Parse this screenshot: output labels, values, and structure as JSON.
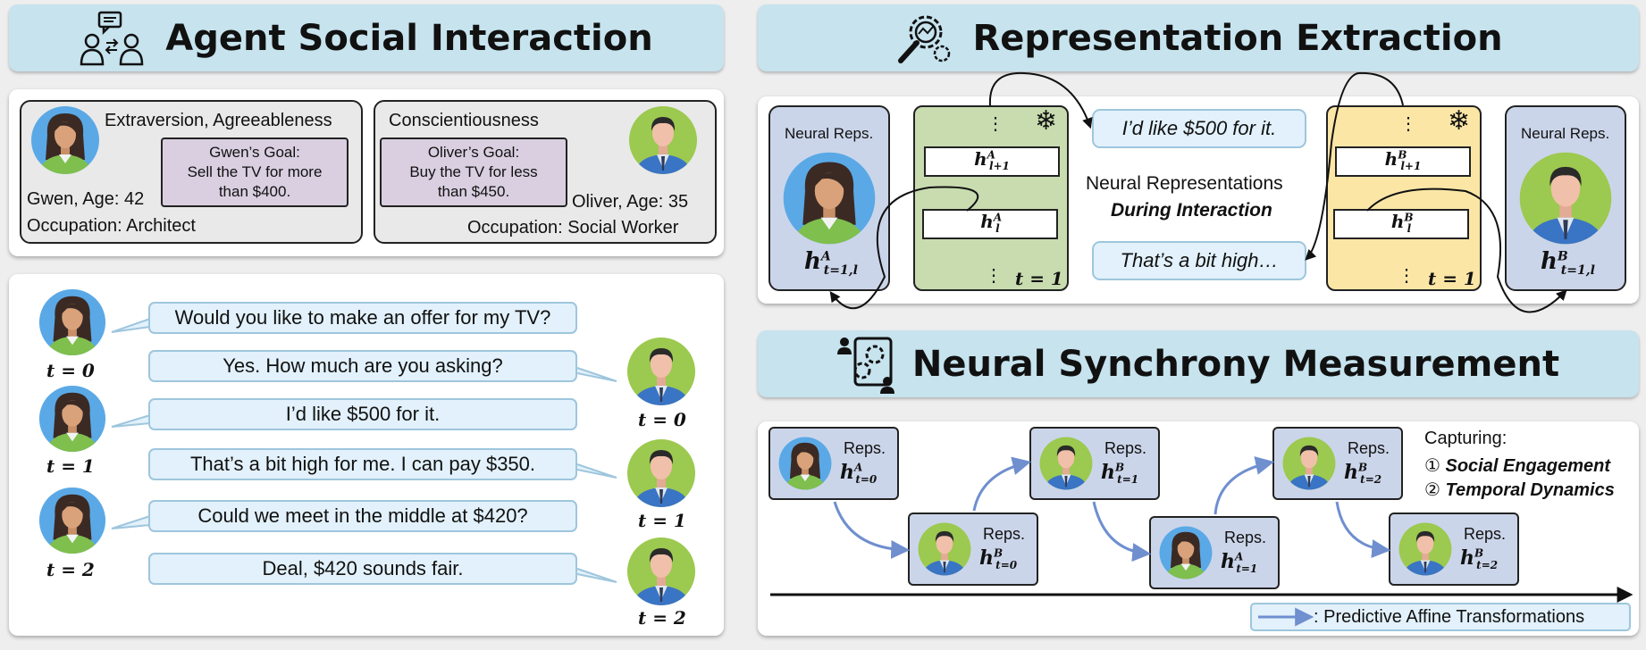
{
  "agent_social_interaction": {
    "title": "Agent Social Interaction",
    "gwen": {
      "traits": "Extraversion, Agreeableness",
      "goal_title": "Gwen’s Goal:",
      "goal_line1": "Sell the TV for more",
      "goal_line2": "than $400.",
      "name_age": "Gwen, Age: 42",
      "occupation": "Occupation: Architect"
    },
    "oliver": {
      "traits": "Conscientiousness",
      "goal_title": "Oliver’s Goal:",
      "goal_line1": "Buy the TV for less",
      "goal_line2": "than $450.",
      "name_age": "Oliver, Age: 35",
      "occupation": "Occupation: Social Worker"
    },
    "dialogue": [
      "Would you like to make an offer for my TV?",
      "Yes. How much are you asking?",
      "I’d like $500 for it.",
      "That’s a bit high for me. I can pay $350.",
      "Could we meet in the middle at $420?",
      "Deal, $420 sounds fair."
    ],
    "time_labels": [
      "t = 0",
      "t = 1",
      "t = 2"
    ]
  },
  "representation_extraction": {
    "title": "Representation Extraction",
    "neural_reps_label": "Neural Reps.",
    "h_a_label": "h",
    "h_a_sup": "A",
    "h_a_sub": "t=1,l",
    "h_b_sup": "B",
    "layer_next_sub": "l+1",
    "layer_sub": "l",
    "dots": "⋮",
    "t_label": "t = 1",
    "center_line1": "Neural Representations",
    "center_line2": "During Interaction",
    "quote_top": "I’d like $500 for it.",
    "quote_bottom": "That’s a bit high…",
    "snowflake": "❄"
  },
  "neural_synchrony": {
    "title": "Neural Synchrony Measurement",
    "reps_label": "Reps.",
    "nodes": [
      {
        "sup": "A",
        "sub": "t=0"
      },
      {
        "sup": "B",
        "sub": "t=0"
      },
      {
        "sup": "B",
        "sub": "t=1"
      },
      {
        "sup": "A",
        "sub": "t=1"
      },
      {
        "sup": "B",
        "sub": "t=2"
      },
      {
        "sup": "B",
        "sub": "t=2"
      }
    ],
    "capturing_title": "Capturing:",
    "capturing_1_num": "①",
    "capturing_1": "Social Engagement",
    "capturing_2_num": "②",
    "capturing_2": "Temporal Dynamics",
    "legend": ": Predictive Affine Transformations"
  },
  "colors": {
    "banner": "#c6e3ee",
    "bubble": "#e2f1fb",
    "goal_box": "#d9cfe0",
    "rep_box": "#cbd5ea",
    "layer_green": "#c8dcb0",
    "layer_yellow": "#fbe6a6",
    "arrow": "#6f8fcf"
  }
}
